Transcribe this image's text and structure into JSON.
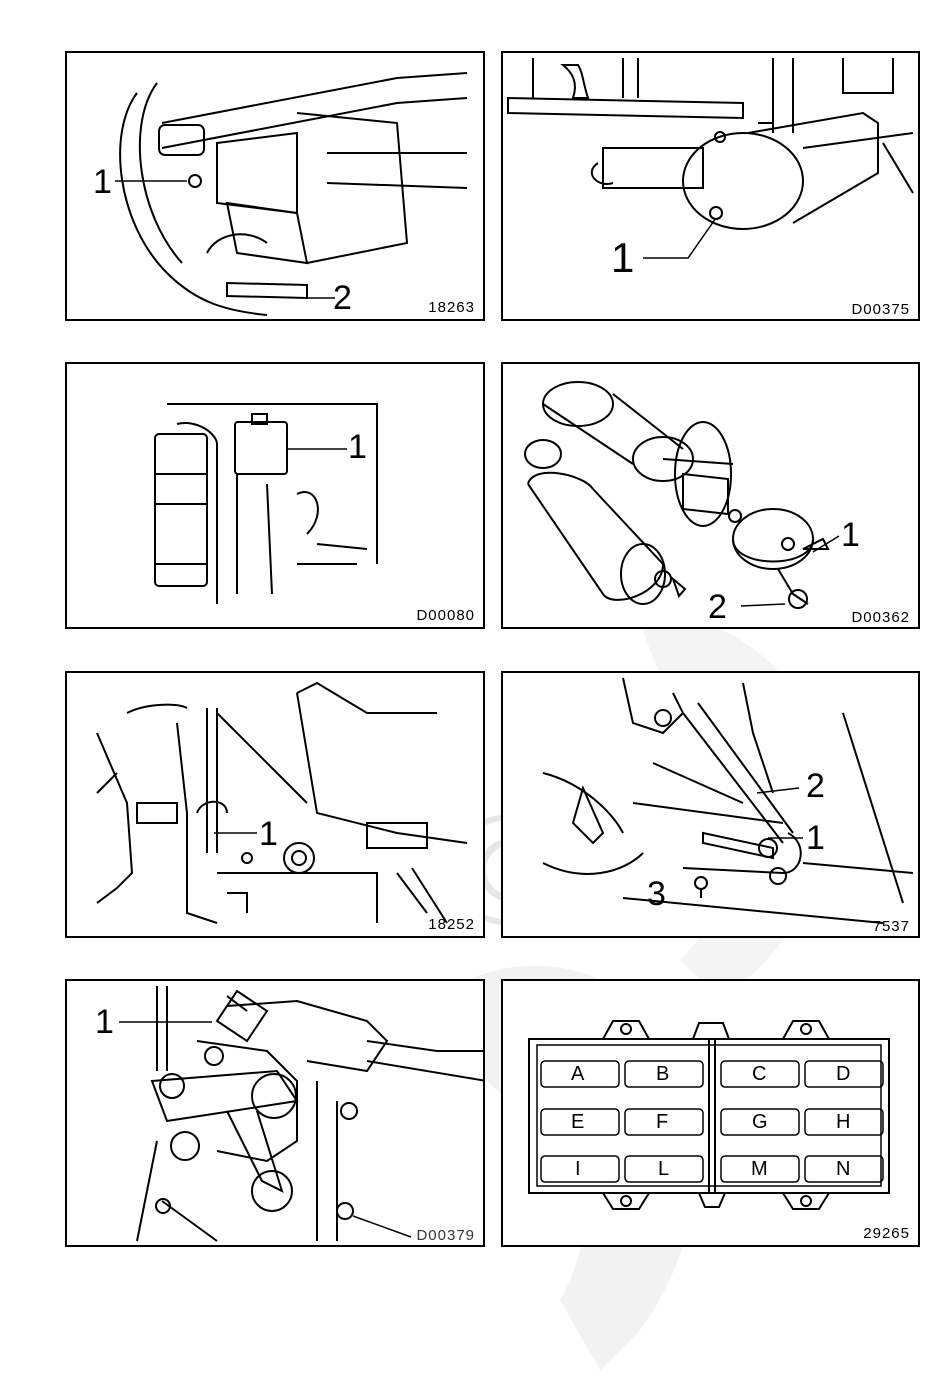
{
  "figures": [
    {
      "code": "18263",
      "callouts": [
        "1",
        "2"
      ]
    },
    {
      "code": "D00375",
      "callouts": [
        "1"
      ]
    },
    {
      "code": "D00080",
      "callouts": [
        "1"
      ]
    },
    {
      "code": "D00362",
      "callouts": [
        "1",
        "2"
      ]
    },
    {
      "code": "18252",
      "callouts": [
        "1"
      ]
    },
    {
      "code": "7537",
      "callouts": [
        "2",
        "1",
        "3"
      ]
    },
    {
      "code": "D00379",
      "callouts": [
        "1"
      ]
    },
    {
      "code": "29265",
      "callouts": []
    }
  ],
  "fuse_box": {
    "fuses": [
      "A",
      "B",
      "C",
      "D",
      "E",
      "F",
      "G",
      "H",
      "I",
      "L",
      "M",
      "N"
    ]
  }
}
